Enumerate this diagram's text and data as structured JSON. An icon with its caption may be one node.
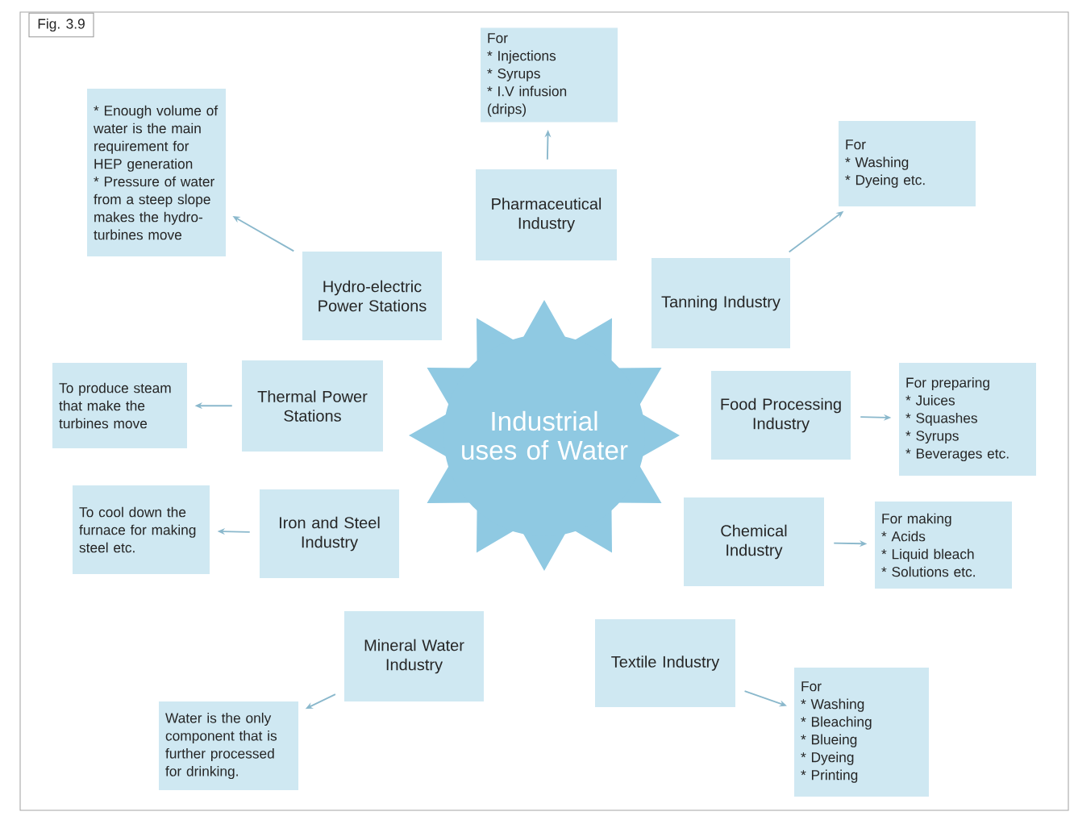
{
  "diagram": {
    "title": "Fig. 3.9",
    "nodes": [
      {
        "text": [
          "For",
          "* Injections",
          "* Syrups",
          "* I.V infusion (drips)"
        ]
      },
      {
        "text": [
          "* Enough volume of water is the main requirement for HEP generation",
          "* Pressure of water from a steep slope makes the hydro-turbines move"
        ]
      },
      {
        "text": [
          "For",
          "* Washing",
          "* Dyeing etc."
        ]
      },
      {
        "text": [
          "Pharmaceutical Industry"
        ]
      },
      {
        "text": [
          "Hydro-electric Power Stations"
        ]
      },
      {
        "text": [
          "Tanning Industry"
        ]
      },
      {
        "text": [
          "Industrial uses of Water"
        ]
      },
      {
        "text": [
          "To produce steam that make the turbines move"
        ]
      },
      {
        "text": [
          "Thermal Power Stations"
        ]
      },
      {
        "text": [
          "Food Processing Industry"
        ]
      },
      {
        "text": [
          "For preparing",
          "* Juices",
          "* Squashes",
          "* Syrups",
          "* Beverages etc."
        ]
      },
      {
        "text": [
          "To cool down the furnace for making steel etc."
        ]
      },
      {
        "text": [
          "Iron and Steel Industry"
        ]
      },
      {
        "text": [
          "Chemical Industry"
        ]
      },
      {
        "text": [
          "For making",
          "* Acids",
          "* Liquid bleach",
          "* Solutions etc."
        ]
      },
      {
        "text": [
          "Mineral Water Industry"
        ]
      },
      {
        "text": [
          "Textile Industry"
        ]
      },
      {
        "text": [
          "Water is the only component that is further processed for drinking."
        ]
      },
      {
        "text": [
          "For",
          "* Washing",
          "* Bleaching",
          "* Blueing",
          "* Dyeing",
          "* Printing"
        ]
      }
    ],
    "edges": [
      {
        "from": 3,
        "to": 0,
        "arrow": "to"
      },
      {
        "from": 4,
        "to": 1,
        "arrow": "to"
      },
      {
        "from": 5,
        "to": 2,
        "arrow": "to"
      },
      {
        "from": 8,
        "to": 7,
        "arrow": "to"
      },
      {
        "from": 9,
        "to": 10,
        "arrow": "to"
      },
      {
        "from": 12,
        "to": 11,
        "arrow": "to"
      },
      {
        "from": 13,
        "to": 14,
        "arrow": "to"
      },
      {
        "from": 15,
        "to": 17,
        "arrow": "to"
      },
      {
        "from": 16,
        "to": 18,
        "arrow": "to"
      }
    ]
  }
}
